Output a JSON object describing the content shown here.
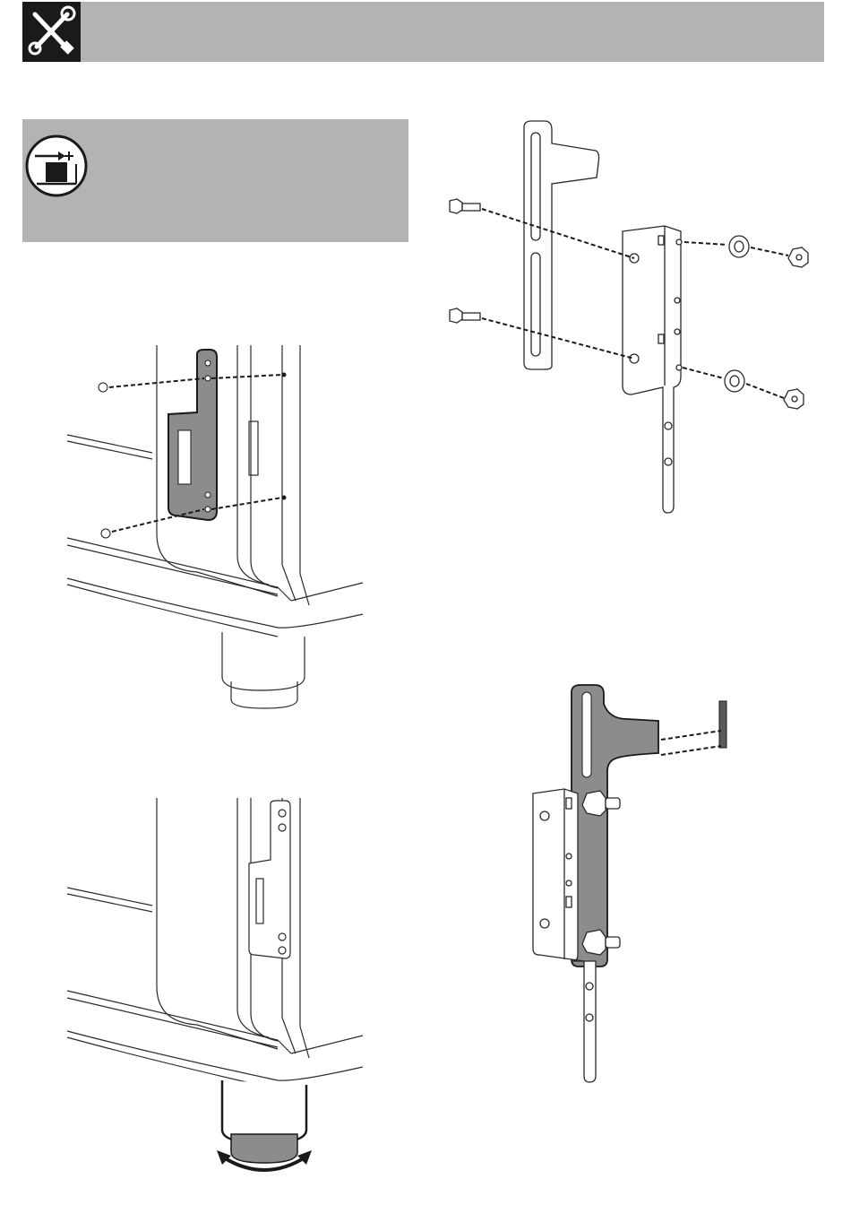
{
  "header": {
    "icon": "tools-icon",
    "title": ""
  },
  "notice": {
    "icon": "appliance-alignment-icon",
    "text": ""
  },
  "colors": {
    "header_gray": "#b3b3b3",
    "icon_black": "#1a1a1a",
    "line": "#2a2a2a",
    "fill_gray": "#8c8c8c"
  },
  "figures": [
    {
      "id": "oven-bracket-mount",
      "description_icon": "oven-corner-bracket"
    },
    {
      "id": "bracket-assembly",
      "description_icon": "bracket-exploded"
    },
    {
      "id": "oven-foot-adjust",
      "description_icon": "oven-foot"
    },
    {
      "id": "bracket-wall-fix",
      "description_icon": "bracket-mounted"
    }
  ]
}
